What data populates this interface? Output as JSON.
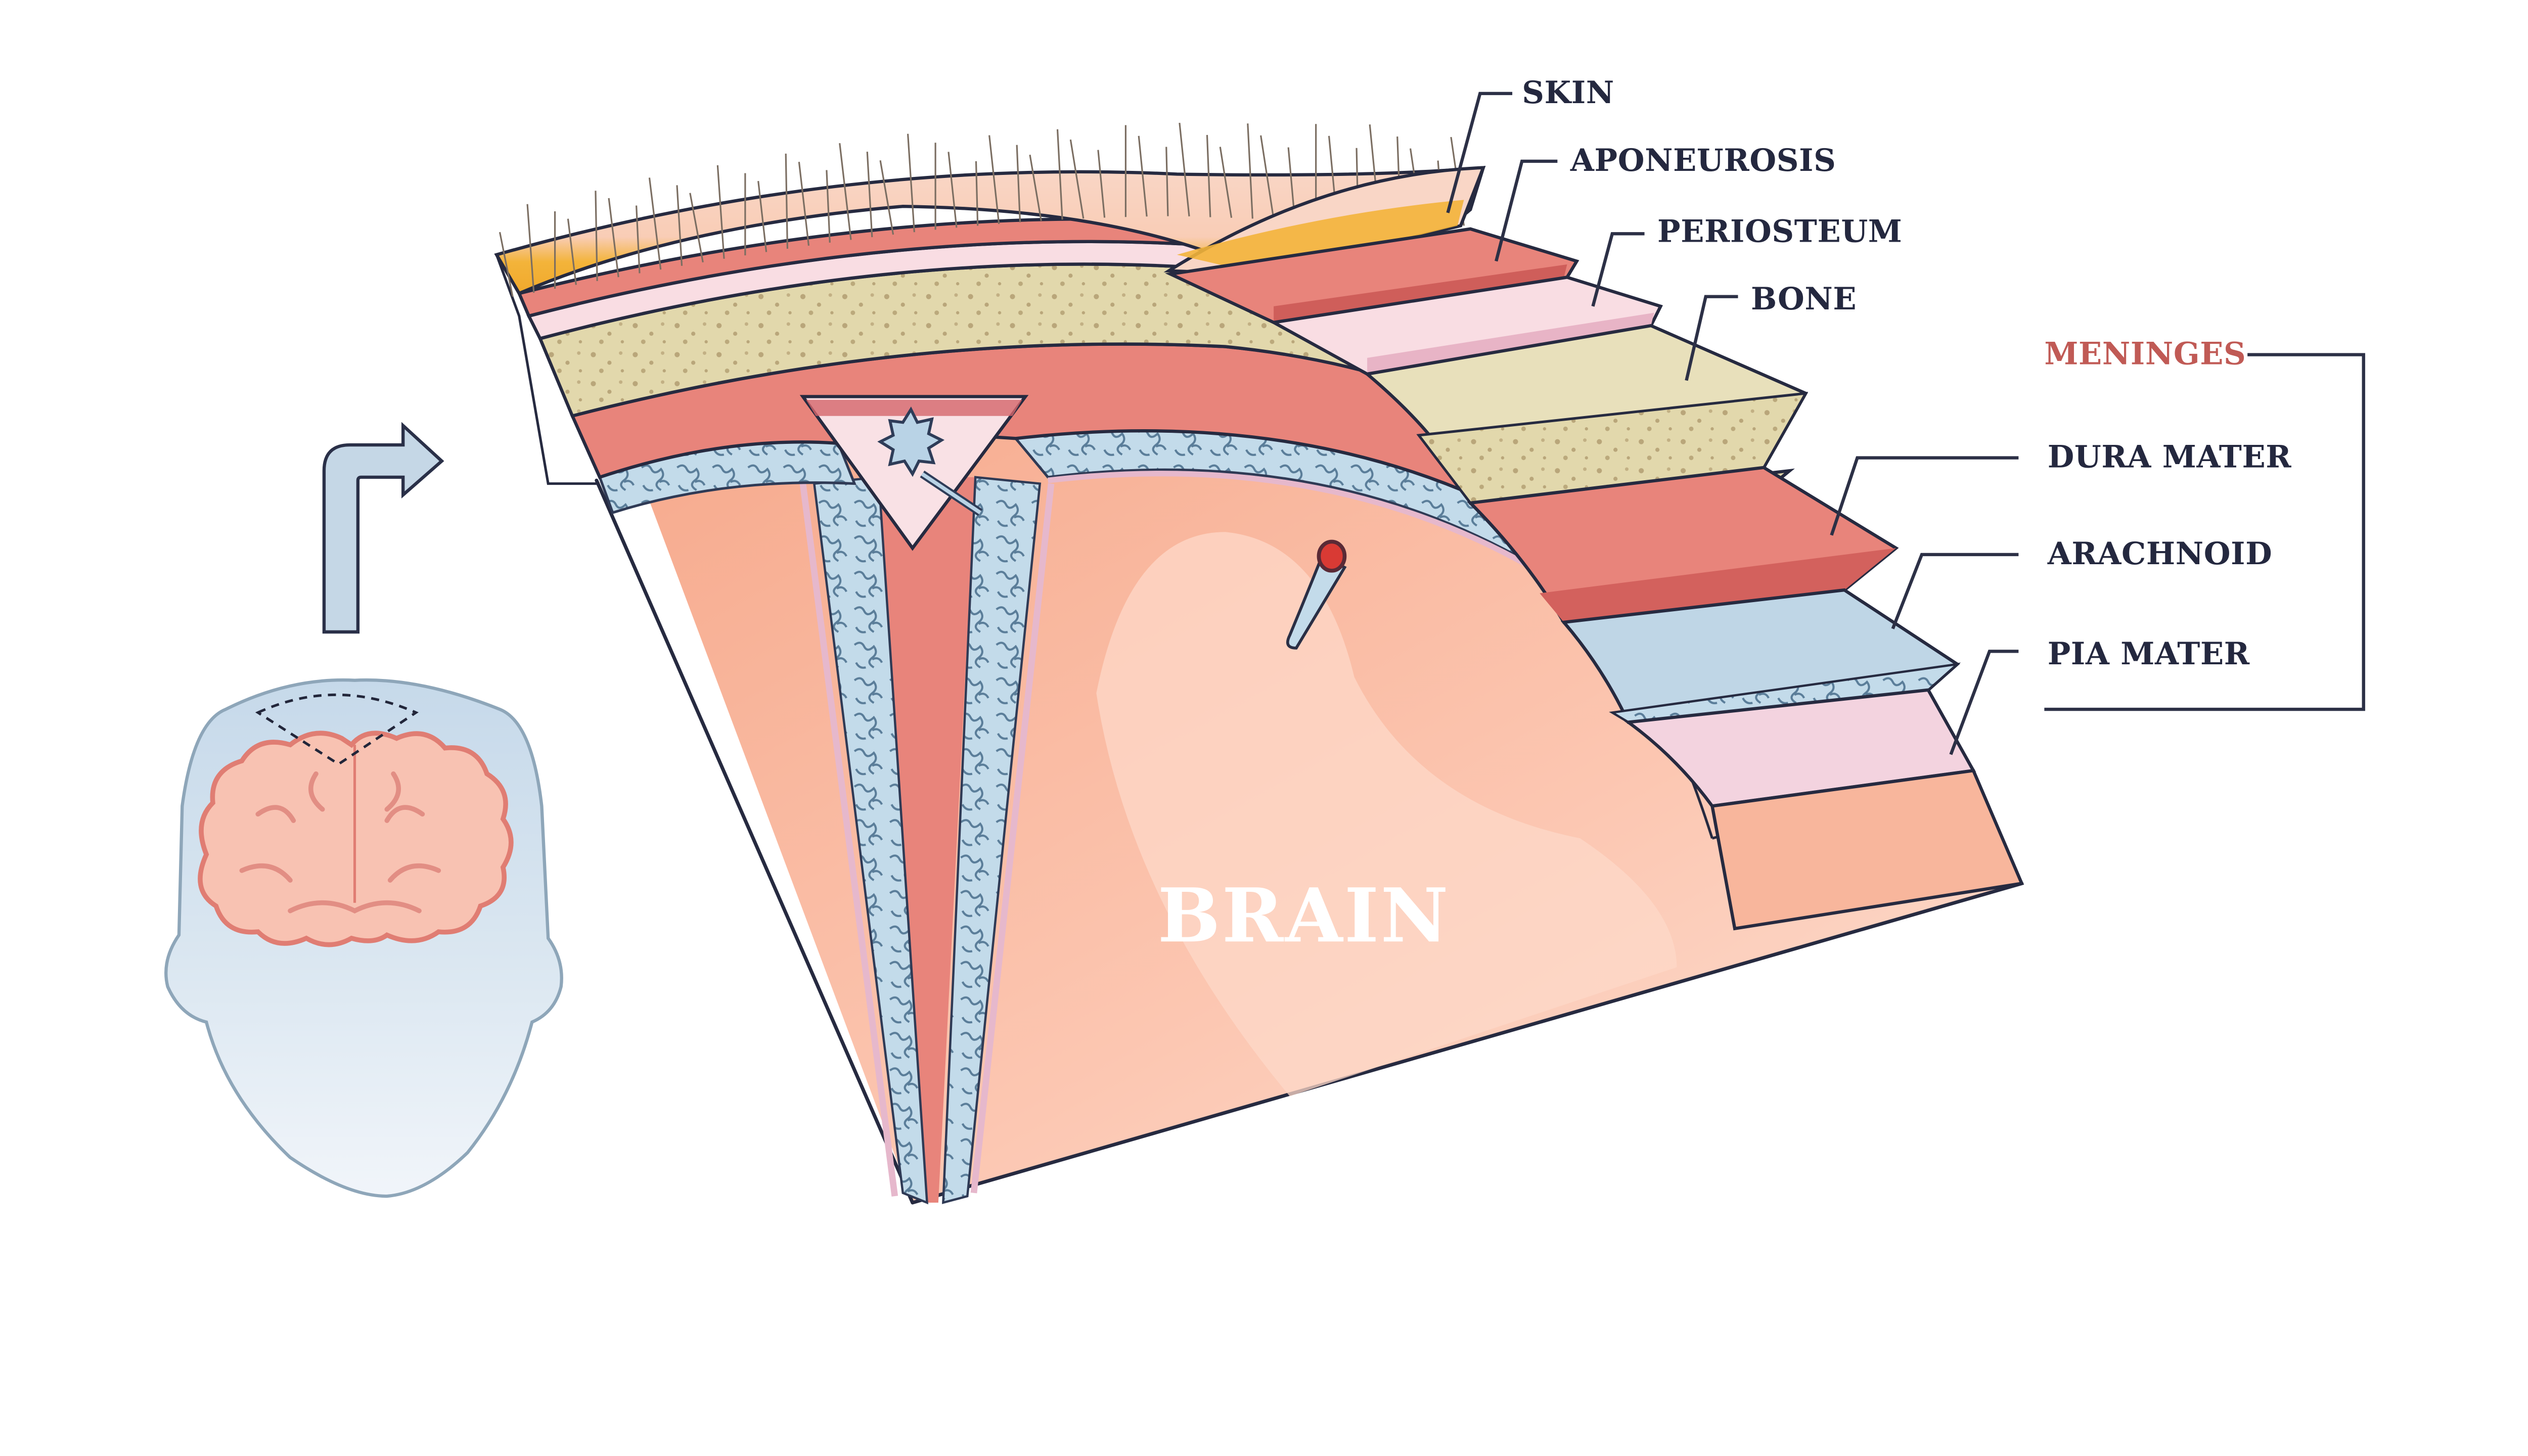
{
  "diagram": {
    "subject": "Layers of the scalp, skull and meninges",
    "center_label": "BRAIN",
    "group_label": "MENINGES",
    "layers": [
      {
        "key": "skin",
        "label": "SKIN",
        "color": "#f9d3c2"
      },
      {
        "key": "aponeurosis",
        "label": "APONEUROSIS",
        "color": "#e88a80"
      },
      {
        "key": "periosteum",
        "label": "PERIOSTEUM",
        "color": "#f9dde3"
      },
      {
        "key": "bone",
        "label": "BONE",
        "color": "#e4dcb0"
      }
    ],
    "meninges": [
      {
        "key": "dura_mater",
        "label": "DURA MATER",
        "color": "#e8847b"
      },
      {
        "key": "arachnoid",
        "label": "ARACHNOID",
        "color": "#bfd6e6"
      },
      {
        "key": "pia_mater",
        "label": "PIA MATER",
        "color": "#f3d3df"
      }
    ],
    "colors": {
      "outline": "#262a40",
      "label_text": "#24283f",
      "meninges_accent": "#c05a55",
      "fat_layer": "#f3b43a",
      "brain": "#f8b49a",
      "brain_light": "#fdd6c6",
      "head_fill": "#c9dceb",
      "arrow_fill": "#c5d7e6",
      "vessel": "#d93a34"
    },
    "icons": {
      "orientation_arrow": "arrow-up-right-icon",
      "head": "head-silhouette-icon",
      "brain_small": "brain-icon"
    }
  }
}
